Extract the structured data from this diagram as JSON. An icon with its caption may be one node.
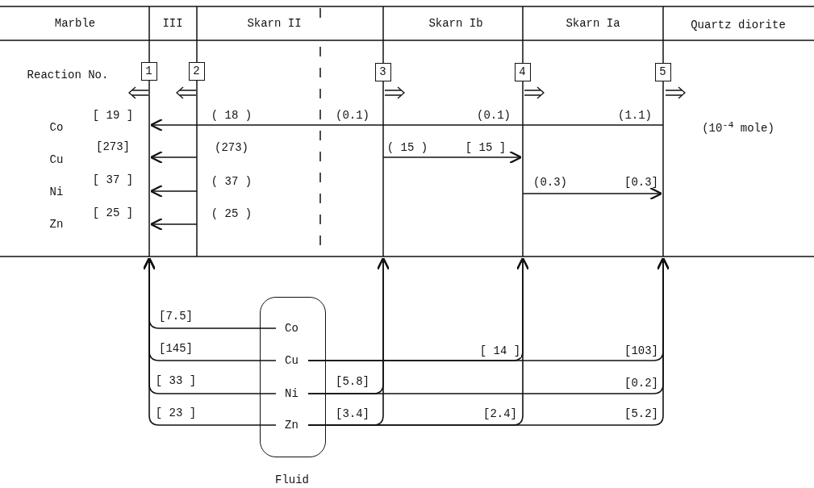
{
  "diagram": {
    "nodes": [
      {
        "text": [
          "1"
        ]
      },
      {
        "text": [
          "2"
        ]
      },
      {
        "text": [
          "3"
        ]
      },
      {
        "text": [
          "4"
        ]
      },
      {
        "text": [
          "5"
        ]
      },
      {
        "text": [],
        "shape": "box",
        "beside": [
          "Fluid"
        ]
      },
      {
        "text": [
          "Co"
        ],
        "in": 5
      },
      {
        "text": [
          "Cu"
        ],
        "in": 5
      },
      {
        "text": [
          "Ni"
        ],
        "in": 5
      },
      {
        "text": [
          "Zn"
        ],
        "in": 5
      }
    ],
    "edges": [
      {
        "from": 6,
        "to": null,
        "arrow": "to",
        "label": "[7.5]"
      },
      {
        "from": 7,
        "to": null,
        "arrow": "to",
        "label": "[145]"
      },
      {
        "from": 8,
        "to": null,
        "arrow": "to",
        "label": "[ 33 ]"
      },
      {
        "from": 9,
        "to": null,
        "arrow": "to",
        "label": "[ 23 ]"
      },
      {
        "from": 7,
        "to": null,
        "arrow": "to",
        "label": "[ 14 ]"
      },
      {
        "from": 7,
        "to": null,
        "arrow": "to",
        "label": "[103]"
      },
      {
        "from": 8,
        "to": null,
        "arrow": "to",
        "label": "[5.8]"
      },
      {
        "from": 8,
        "to": null,
        "arrow": "to",
        "label": "[0.2]"
      },
      {
        "from": 9,
        "to": null,
        "arrow": "to",
        "label": "[3.4]"
      },
      {
        "from": 9,
        "to": null,
        "arrow": "to",
        "label": "[2.4]"
      },
      {
        "from": 9,
        "to": null,
        "arrow": "to",
        "label": "[5.2]"
      }
    ],
    "labels": [
      "Marble",
      "III",
      "Skarn II",
      "Skarn Ib",
      "Skarn Ia",
      "Quartz diorite",
      "Reaction No.",
      "Co",
      "[ 19 ]",
      "( 18 )",
      "(0.1)",
      "(0.1)",
      "(1.1)",
      "(10$^{-4}$ mole)",
      "Cu",
      "[273]",
      "(273)",
      "( 15 )",
      "[ 15 ]",
      "Ni",
      "[ 37 ]",
      "( 37 )",
      "(0.3)",
      "[0.3]",
      "Zn",
      "[ 25 ]",
      "( 25 )"
    ]
  }
}
